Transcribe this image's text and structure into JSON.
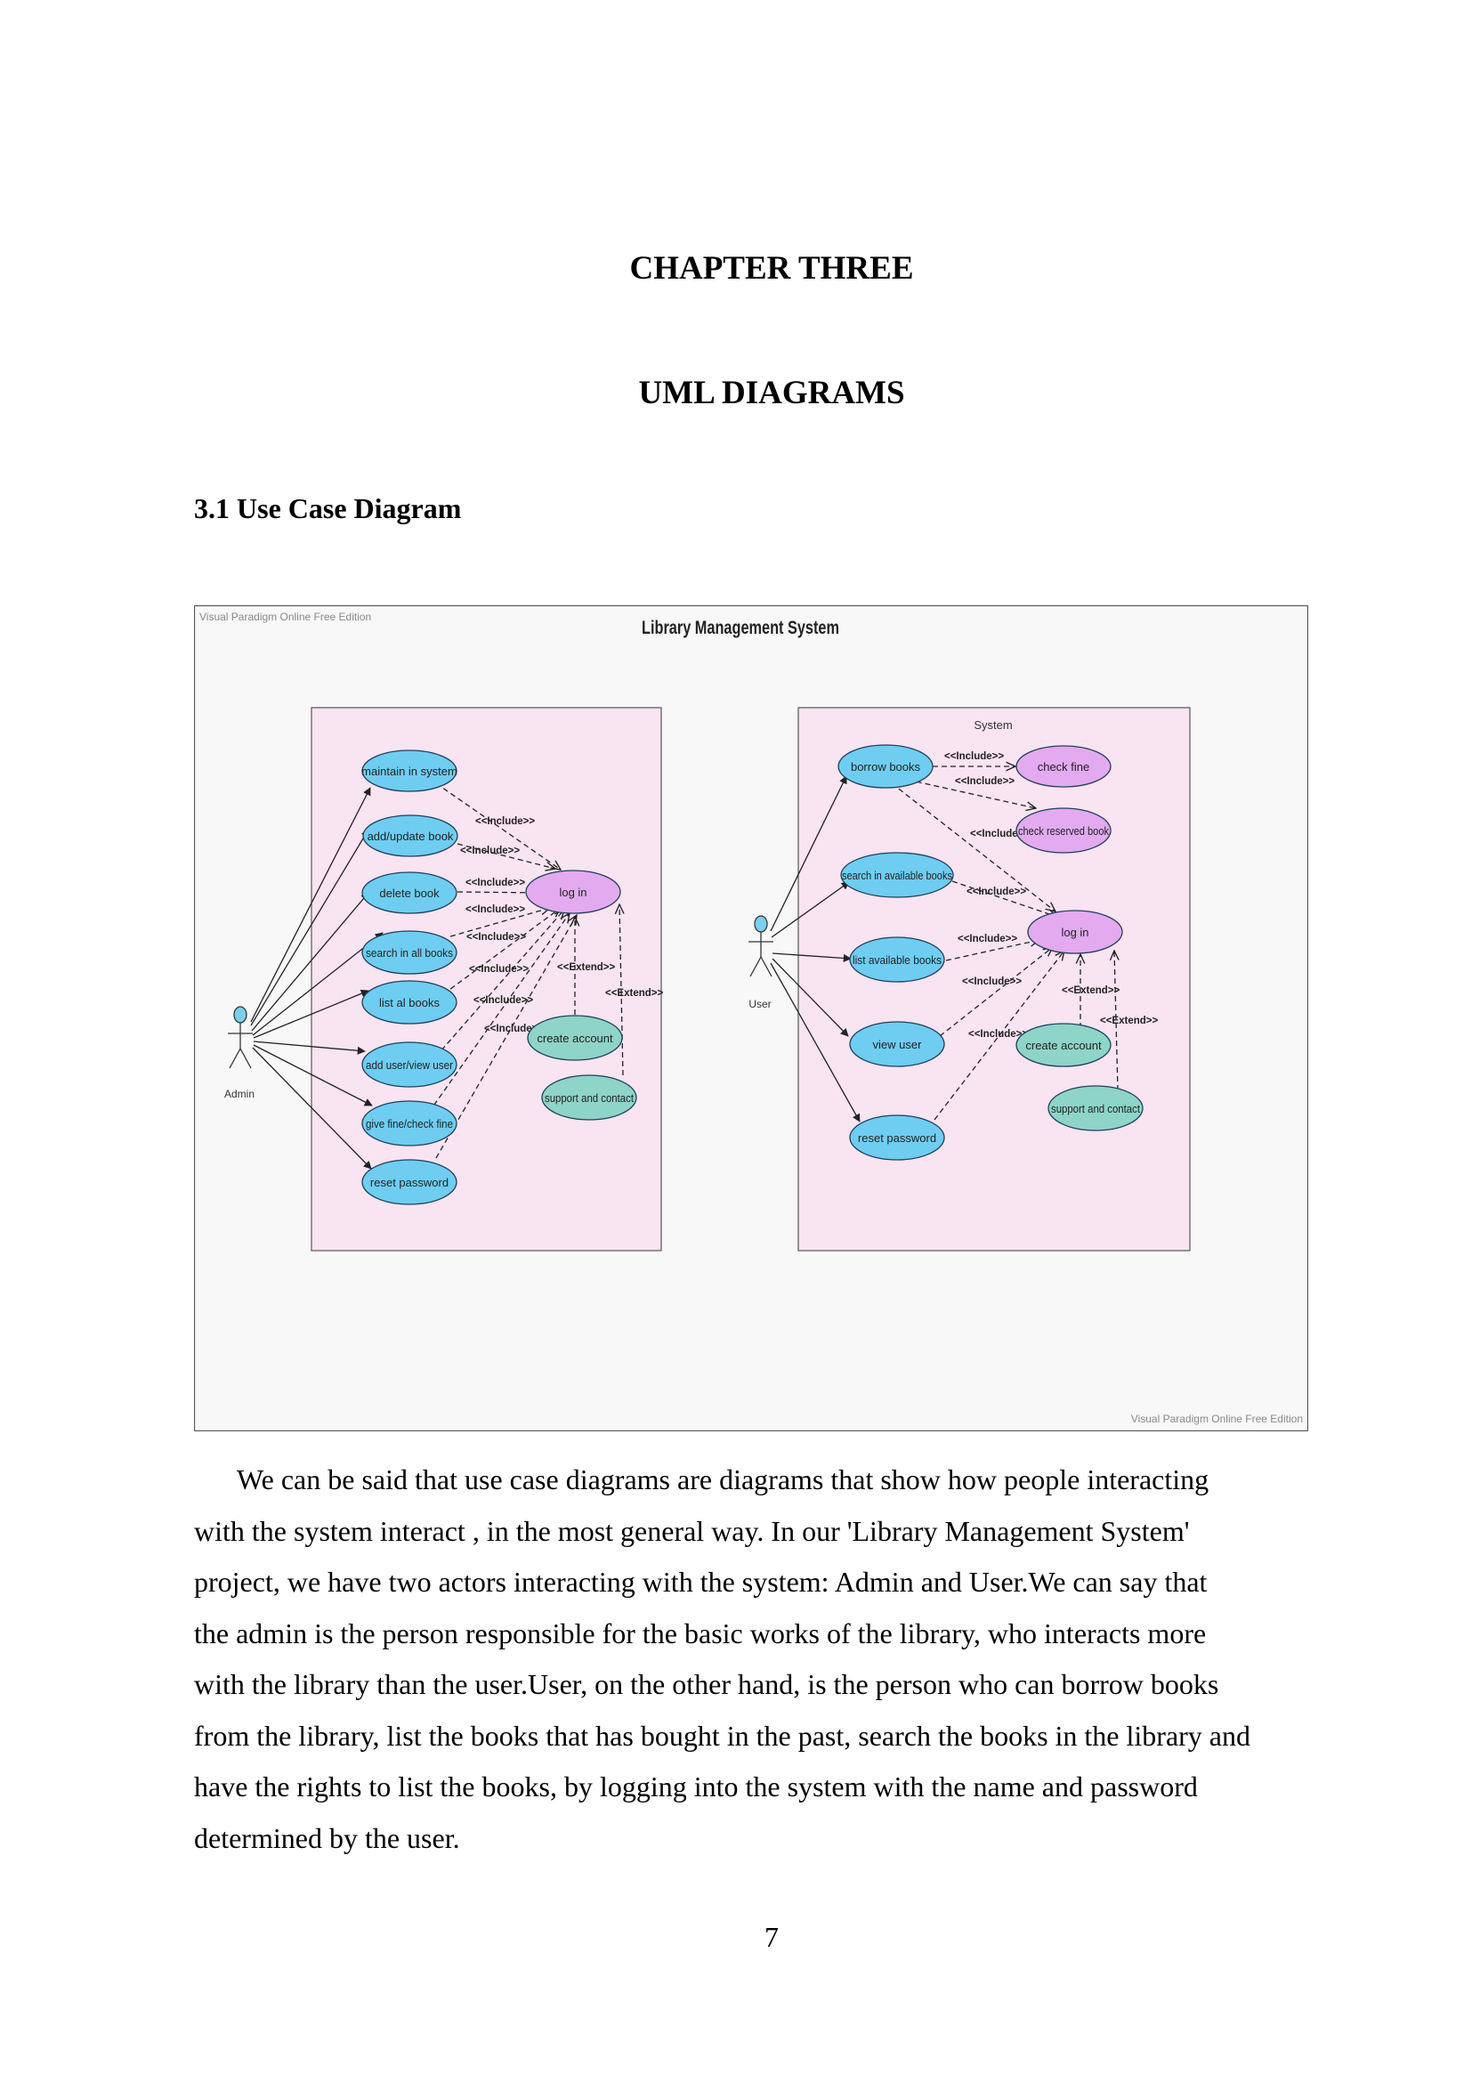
{
  "chapter": {
    "title": "CHAPTER THREE",
    "subtitle": "UML DIAGRAMS"
  },
  "section": {
    "heading": "3.1 Use Case Diagram"
  },
  "diagram": {
    "watermark_top": "Visual Paradigm Online Free Edition",
    "watermark_bottom": "Visual Paradigm Online Free Edition",
    "title": "Library Management System",
    "actors": {
      "admin": "Admin",
      "user": "User"
    },
    "admin_system": {
      "use_cases": {
        "maintain": "maintain in system",
        "add_update": "add/update book",
        "delete": "delete book",
        "search_all": "search in all books",
        "list_all": "list al books",
        "add_user": "add user/view user",
        "give_fine": "give fine/check fine",
        "reset": "reset password",
        "login": "log in",
        "create": "create account",
        "support": "support and contact"
      },
      "include": "<<Include>>",
      "extend": "<<Extend>>"
    },
    "user_system": {
      "label": "System",
      "use_cases": {
        "borrow": "borrow books",
        "check_fine": "check fine",
        "check_reserved": "check reserved book",
        "search_available": "search in available books",
        "list_available": "list available books",
        "view_user": "view user",
        "reset": "reset password",
        "login": "log in",
        "create": "create account",
        "support": "support and contact"
      },
      "include": "<<Include>>",
      "extend": "<<Extend>>"
    }
  },
  "paragraph": [
    "We can be said that use case diagrams are diagrams that show how people interacting",
    "with the system interact , in the most general way. In our 'Library Management System'",
    "project, we have two actors interacting with the system: Admin and User.We can say that",
    "the admin is the person responsible for the basic works of the library, who interacts more",
    "with the library than the user.User, on the other hand, is the person who can borrow books",
    "from the library, list the books that has bought in the past, search the books in the library and",
    "have the rights to list the books, by logging into the system with the name and password",
    "determined by the user."
  ],
  "page_number": "7",
  "colors": {
    "usecase_blue": "#6fcdf2",
    "login_purple": "#e3aaf0",
    "extend_teal": "#8fd4c8",
    "system_pink": "#f9e4f1",
    "actor_head": "#7cd0ee",
    "frame_bg": "#f8f8f8"
  }
}
